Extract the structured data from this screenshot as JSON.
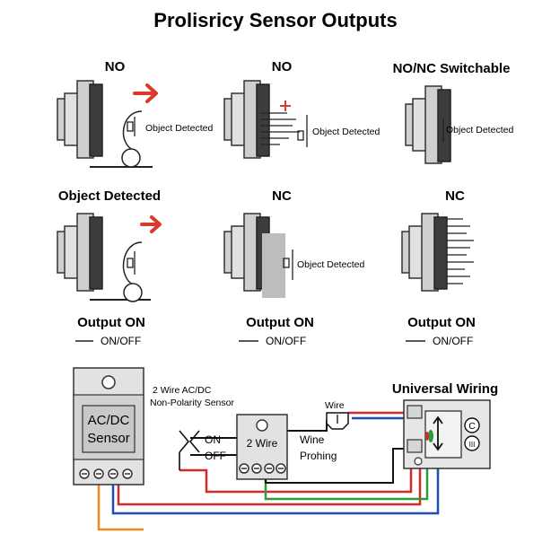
{
  "title": "Prolisricy Sensor Outputs",
  "panels": [
    {
      "heading": "NO",
      "label": "Object Detected"
    },
    {
      "heading": "NO",
      "label": "Object Detected"
    },
    {
      "heading": "NO/NC Switchable",
      "label": "Object Detected"
    },
    {
      "heading": "Object Detected",
      "label": "",
      "output": "Output ON",
      "state": "ON/OFF"
    },
    {
      "heading": "NC",
      "label": "Object Detected",
      "output": "Output ON",
      "state": "ON/OFF"
    },
    {
      "heading": "NC",
      "label": "",
      "output": "Output ON",
      "state": "ON/OFF"
    }
  ],
  "wiring": {
    "sensor_box": {
      "line1": "AC/DC",
      "line2": "Sensor"
    },
    "two_wire_label": {
      "line1": "2 Wire AC/DC",
      "line2": "Non-Polarity Sensor"
    },
    "on_label": "ON",
    "off_label": "OFF",
    "two_wire_box": "2 Wire",
    "wine_label": {
      "line1": "Wine",
      "line2": "Prohing"
    },
    "wire_label": "Wire",
    "universal_title": "Universal Wiring",
    "universal_symbols": [
      "C",
      "III"
    ]
  },
  "colors": {
    "arrow_red": "#d93a2b",
    "wire_red": "#d22a2a",
    "wire_blue": "#1f4fb3",
    "wire_green": "#2e9a3a",
    "wire_orange": "#f08a1c",
    "sensor_dark": "#3c3c3c",
    "sensor_grey": "#bdbdbd"
  }
}
